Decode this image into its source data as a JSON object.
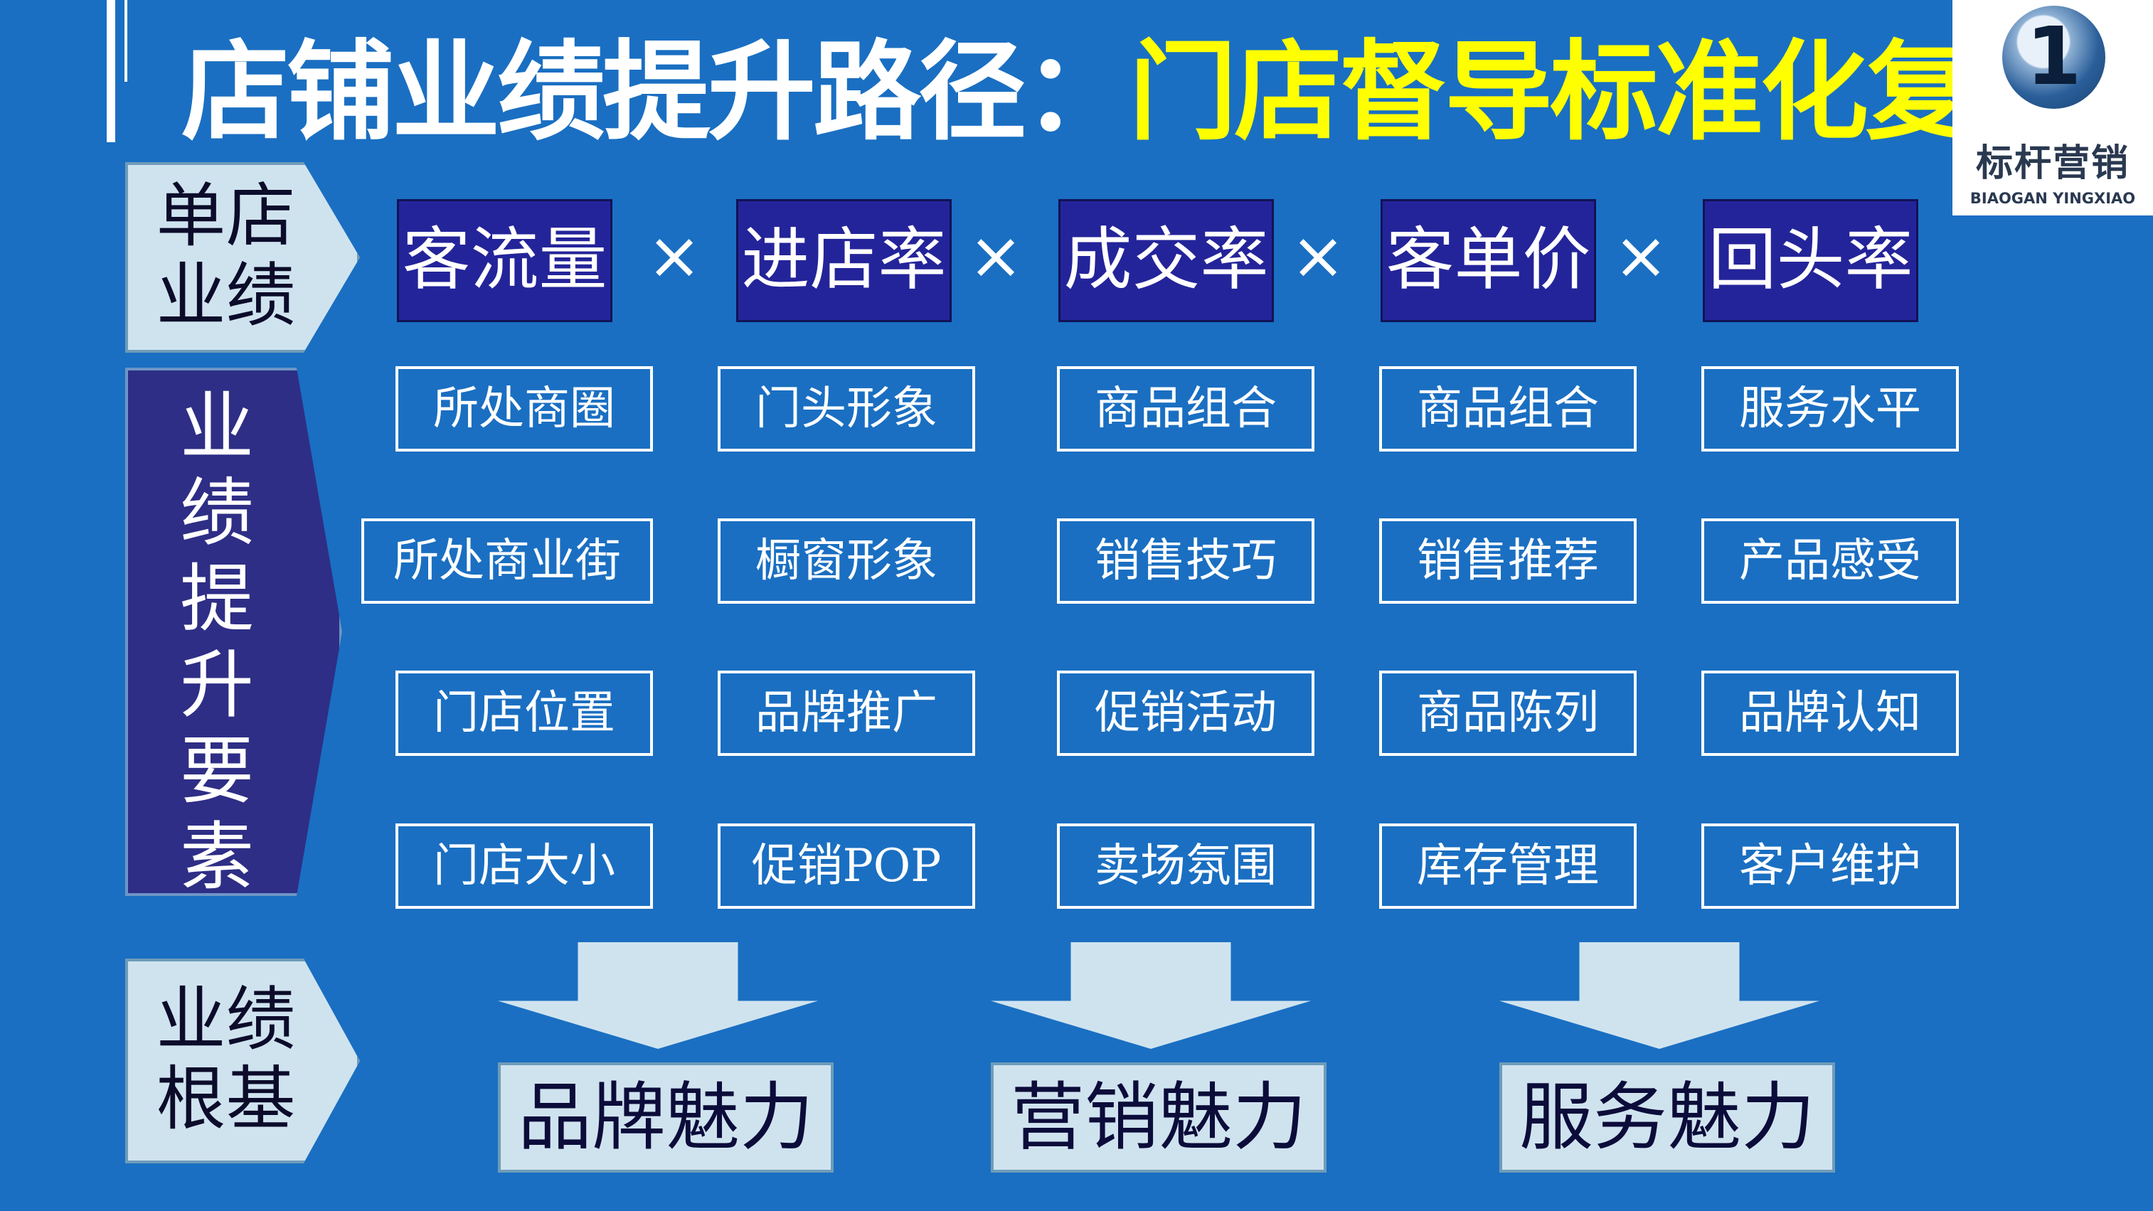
{
  "title": {
    "part1": "店铺业绩提升路径：",
    "part2": "门店督导标准化复制"
  },
  "logo": {
    "mark": "1",
    "cn": "标杆营销",
    "en": "BIAOGAN YINGXIAO"
  },
  "labels": {
    "single_store": {
      "line1": "单店",
      "line2": "业绩"
    },
    "factors": [
      "业",
      "绩",
      "提",
      "升",
      "要",
      "素"
    ],
    "foundation": {
      "line1": "业绩",
      "line2": "根基"
    }
  },
  "formula": {
    "terms": [
      "客流量",
      "进店率",
      "成交率",
      "客单价",
      "回头率"
    ],
    "operator": "×"
  },
  "grid": [
    [
      "所处商圈",
      "门头形象",
      "商品组合",
      "商品组合",
      "服务水平"
    ],
    [
      "所处商业街",
      "橱窗形象",
      "销售技巧",
      "销售推荐",
      "产品感受"
    ],
    [
      "门店位置",
      "品牌推广",
      "促销活动",
      "商品陈列",
      "品牌认知"
    ],
    [
      "门店大小",
      "促销POP",
      "卖场氛围",
      "库存管理",
      "客户维护"
    ]
  ],
  "foundation_items": [
    "品牌魅力",
    "营销魅力",
    "服务魅力"
  ],
  "colors": {
    "background": "#1a6fc2",
    "title_highlight": "#ffff00",
    "formula_box": "#24249a",
    "left_column": "#2e2e86",
    "light_box": "#cfe3ef"
  }
}
